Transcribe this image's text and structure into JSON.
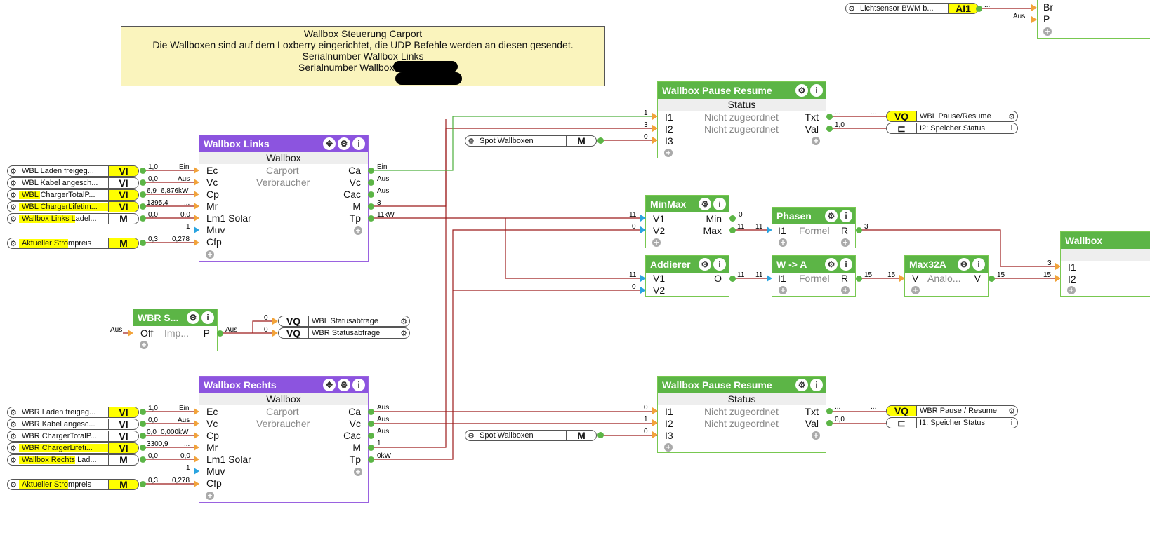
{
  "comment": {
    "lines": [
      "Wallbox Steuerung Carport",
      "Die Wallboxen sind auf dem Loxberry eingerichtet, die UDP Befehle werden an diesen gesendet.",
      "",
      "Serialnumber Wallbox Links",
      "Serialnumber Wallbox Rechts"
    ]
  },
  "top_right": {
    "ref_label": "Lichtsensor BWM b...",
    "ref_type": "AI1",
    "in1": "Br",
    "in2": "P",
    "aus": "Aus",
    "dots": "..."
  },
  "wl": {
    "title": "Wallbox Links",
    "subtitle": "Wallbox",
    "mid1": "Carport",
    "mid2": "Verbraucher",
    "inputs": [
      "Ec",
      "Vc",
      "Cp",
      "Mr",
      "Lm1 Solar",
      "Muv",
      "Cfp"
    ],
    "outputs": [
      "Ca",
      "Vc",
      "Cac",
      "M",
      "Tp"
    ],
    "refs": [
      {
        "label": "WBL Laden freigeg...",
        "type": "VI"
      },
      {
        "label": "WBL Kabel angesch...",
        "type": "VI"
      },
      {
        "label": "WBL ChargerTotalP...",
        "type": "VI"
      },
      {
        "label": "WBL ChargerLifetim...",
        "type": "VI"
      },
      {
        "label": "Wallbox Links Ladel...",
        "type": "M"
      }
    ],
    "price": {
      "label": "Aktueller Strompreis",
      "type": "M"
    },
    "inlabels": [
      [
        "1,0",
        "Ein"
      ],
      [
        "0,0",
        "Aus"
      ],
      [
        "6,9",
        "6,876kW"
      ],
      [
        "1395,4",
        "..."
      ],
      [
        "0,0",
        "0,0"
      ],
      [
        "",
        "1"
      ],
      [
        "0,3",
        "0,278"
      ]
    ],
    "outlabels": [
      "Ein",
      "Aus",
      "Aus",
      "3",
      "11kW"
    ]
  },
  "wr": {
    "title": "Wallbox Rechts",
    "subtitle": "Wallbox",
    "mid1": "Carport",
    "mid2": "Verbraucher",
    "inputs": [
      "Ec",
      "Vc",
      "Cp",
      "Mr",
      "Lm1 Solar",
      "Muv",
      "Cfp"
    ],
    "outputs": [
      "Ca",
      "Vc",
      "Cac",
      "M",
      "Tp"
    ],
    "refs": [
      {
        "label": "WBR Laden freigeg...",
        "type": "VI"
      },
      {
        "label": "WBR Kabel angesc...",
        "type": "VI"
      },
      {
        "label": "WBR ChargerTotalP...",
        "type": "VI"
      },
      {
        "label": "WBR ChargerLifeti...",
        "type": "VI"
      },
      {
        "label": "Wallbox Rechts Lad...",
        "type": "M"
      }
    ],
    "price": {
      "label": "Aktueller Strompreis",
      "type": "M"
    },
    "inlabels": [
      [
        "1,0",
        "Ein"
      ],
      [
        "0,0",
        "Aus"
      ],
      [
        "0,0",
        "0,000kW"
      ],
      [
        "3300,9",
        "..."
      ],
      [
        "0,0",
        "0,0"
      ],
      [
        "",
        "1"
      ],
      [
        "0,3",
        "0,278"
      ]
    ],
    "outlabels": [
      "Aus",
      "Aus",
      "Aus",
      "1",
      "0kW"
    ]
  },
  "wbrs": {
    "title": "WBR S...",
    "in": "Off",
    "mid": "Imp...",
    "out": "P",
    "aus_in": "Aus",
    "aus_out": "Aus"
  },
  "vq_status": [
    {
      "type": "VQ",
      "label": "WBL Statusabfrage",
      "val": "0"
    },
    {
      "type": "VQ",
      "label": "WBR Statusabfrage",
      "val": "0"
    }
  ],
  "pr1": {
    "title": "Wallbox Pause Resume",
    "subtitle": "Status",
    "inputs": [
      "I1",
      "I2",
      "I3"
    ],
    "mid": [
      "Nicht zugeordnet",
      "Nicht zugeordnet"
    ],
    "outputs": [
      "Txt",
      "Val"
    ],
    "invals": [
      "1",
      "3",
      "0"
    ],
    "outvals": [
      "...",
      "1,0"
    ],
    "out_dots": "...",
    "vq": {
      "type": "VQ",
      "label": "WBL Pause/Resume"
    },
    "mem": "I2: Speicher Status",
    "spot": {
      "label": "Spot Wallboxen",
      "type": "M"
    }
  },
  "pr2": {
    "title": "Wallbox Pause Resume",
    "subtitle": "Status",
    "inputs": [
      "I1",
      "I2",
      "I3"
    ],
    "mid": [
      "Nicht zugeordnet",
      "Nicht zugeordnet"
    ],
    "outputs": [
      "Txt",
      "Val"
    ],
    "invals": [
      "0",
      "1",
      "0"
    ],
    "outvals": [
      "...",
      "0,0"
    ],
    "out_dots": "...",
    "vq": {
      "type": "VQ",
      "label": "WBR Pause / Resume"
    },
    "mem": "I1: Speicher Status",
    "spot": {
      "label": "Spot Wallboxen",
      "type": "M"
    }
  },
  "minmax": {
    "title": "MinMax",
    "inputs": [
      "V1",
      "V2"
    ],
    "outputs": [
      "Min",
      "Max"
    ],
    "invals": [
      "11",
      "0"
    ],
    "outvals": [
      "0",
      "11"
    ]
  },
  "addierer": {
    "title": "Addierer",
    "inputs": [
      "V1",
      "V2"
    ],
    "output": "O",
    "invals": [
      "11",
      "0"
    ],
    "outval": "11"
  },
  "phasen": {
    "title": "Phasen",
    "input": "I1",
    "mid": "Formel",
    "output": "R",
    "inval": "11",
    "outval": "3"
  },
  "wa": {
    "title": "W -> A",
    "input": "I1",
    "mid": "Formel",
    "output": "R",
    "inval": "11",
    "outval": "15"
  },
  "max32": {
    "title": "Max32A",
    "input": "V",
    "mid": "Analo...",
    "output": "V",
    "inval": "15",
    "outval": "15"
  },
  "wallbox_edge": {
    "title": "Wallbox",
    "inputs": [
      "I1",
      "I2"
    ],
    "invals": [
      "3",
      "15"
    ]
  },
  "colors": {
    "green": "#5cb546",
    "purple": "#8c54df",
    "yellow": "#ffff00",
    "wire_red": "#9c1b1b",
    "wire_green": "#4caf3c",
    "comment_bg": "#faf4bd"
  }
}
